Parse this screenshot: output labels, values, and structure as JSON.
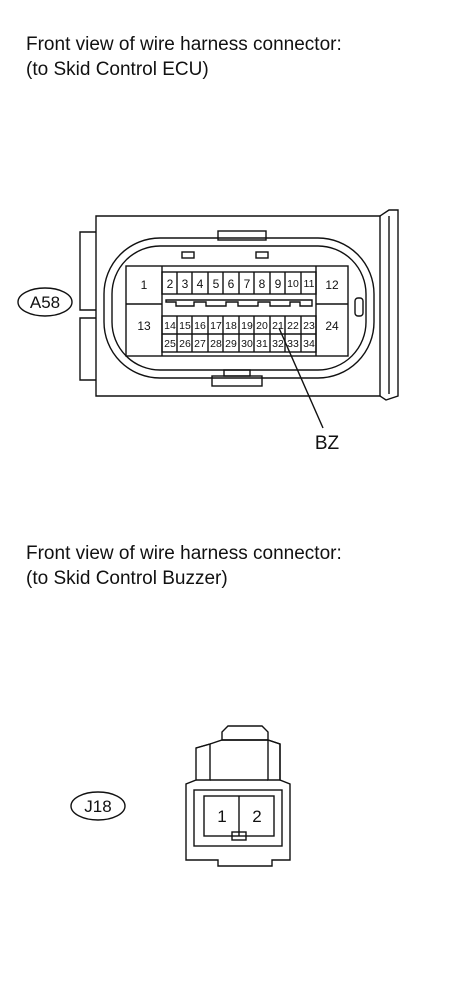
{
  "caption1": {
    "line1": "Front view of wire harness connector:",
    "line2": "(to Skid Control ECU)"
  },
  "caption2": {
    "line1": "Front view of wire harness connector:",
    "line2": "(to Skid Control Buzzer)"
  },
  "connector_a58": {
    "tag": "A58",
    "pins": {
      "p1": "1",
      "p2": "2",
      "p3": "3",
      "p4": "4",
      "p5": "5",
      "p6": "6",
      "p7": "7",
      "p8": "8",
      "p9": "9",
      "p10": "10",
      "p11": "11",
      "p12": "12",
      "p13": "13",
      "p14": "14",
      "p15": "15",
      "p16": "16",
      "p17": "17",
      "p18": "18",
      "p19": "19",
      "p20": "20",
      "p21": "21",
      "p22": "22",
      "p23": "23",
      "p24": "24",
      "p25": "25",
      "p26": "26",
      "p27": "27",
      "p28": "28",
      "p29": "29",
      "p30": "30",
      "p31": "31",
      "p32": "32",
      "p33": "33",
      "p34": "34"
    },
    "callout": "BZ"
  },
  "connector_j18": {
    "tag": "J18",
    "pins": {
      "p1": "1",
      "p2": "2"
    }
  }
}
